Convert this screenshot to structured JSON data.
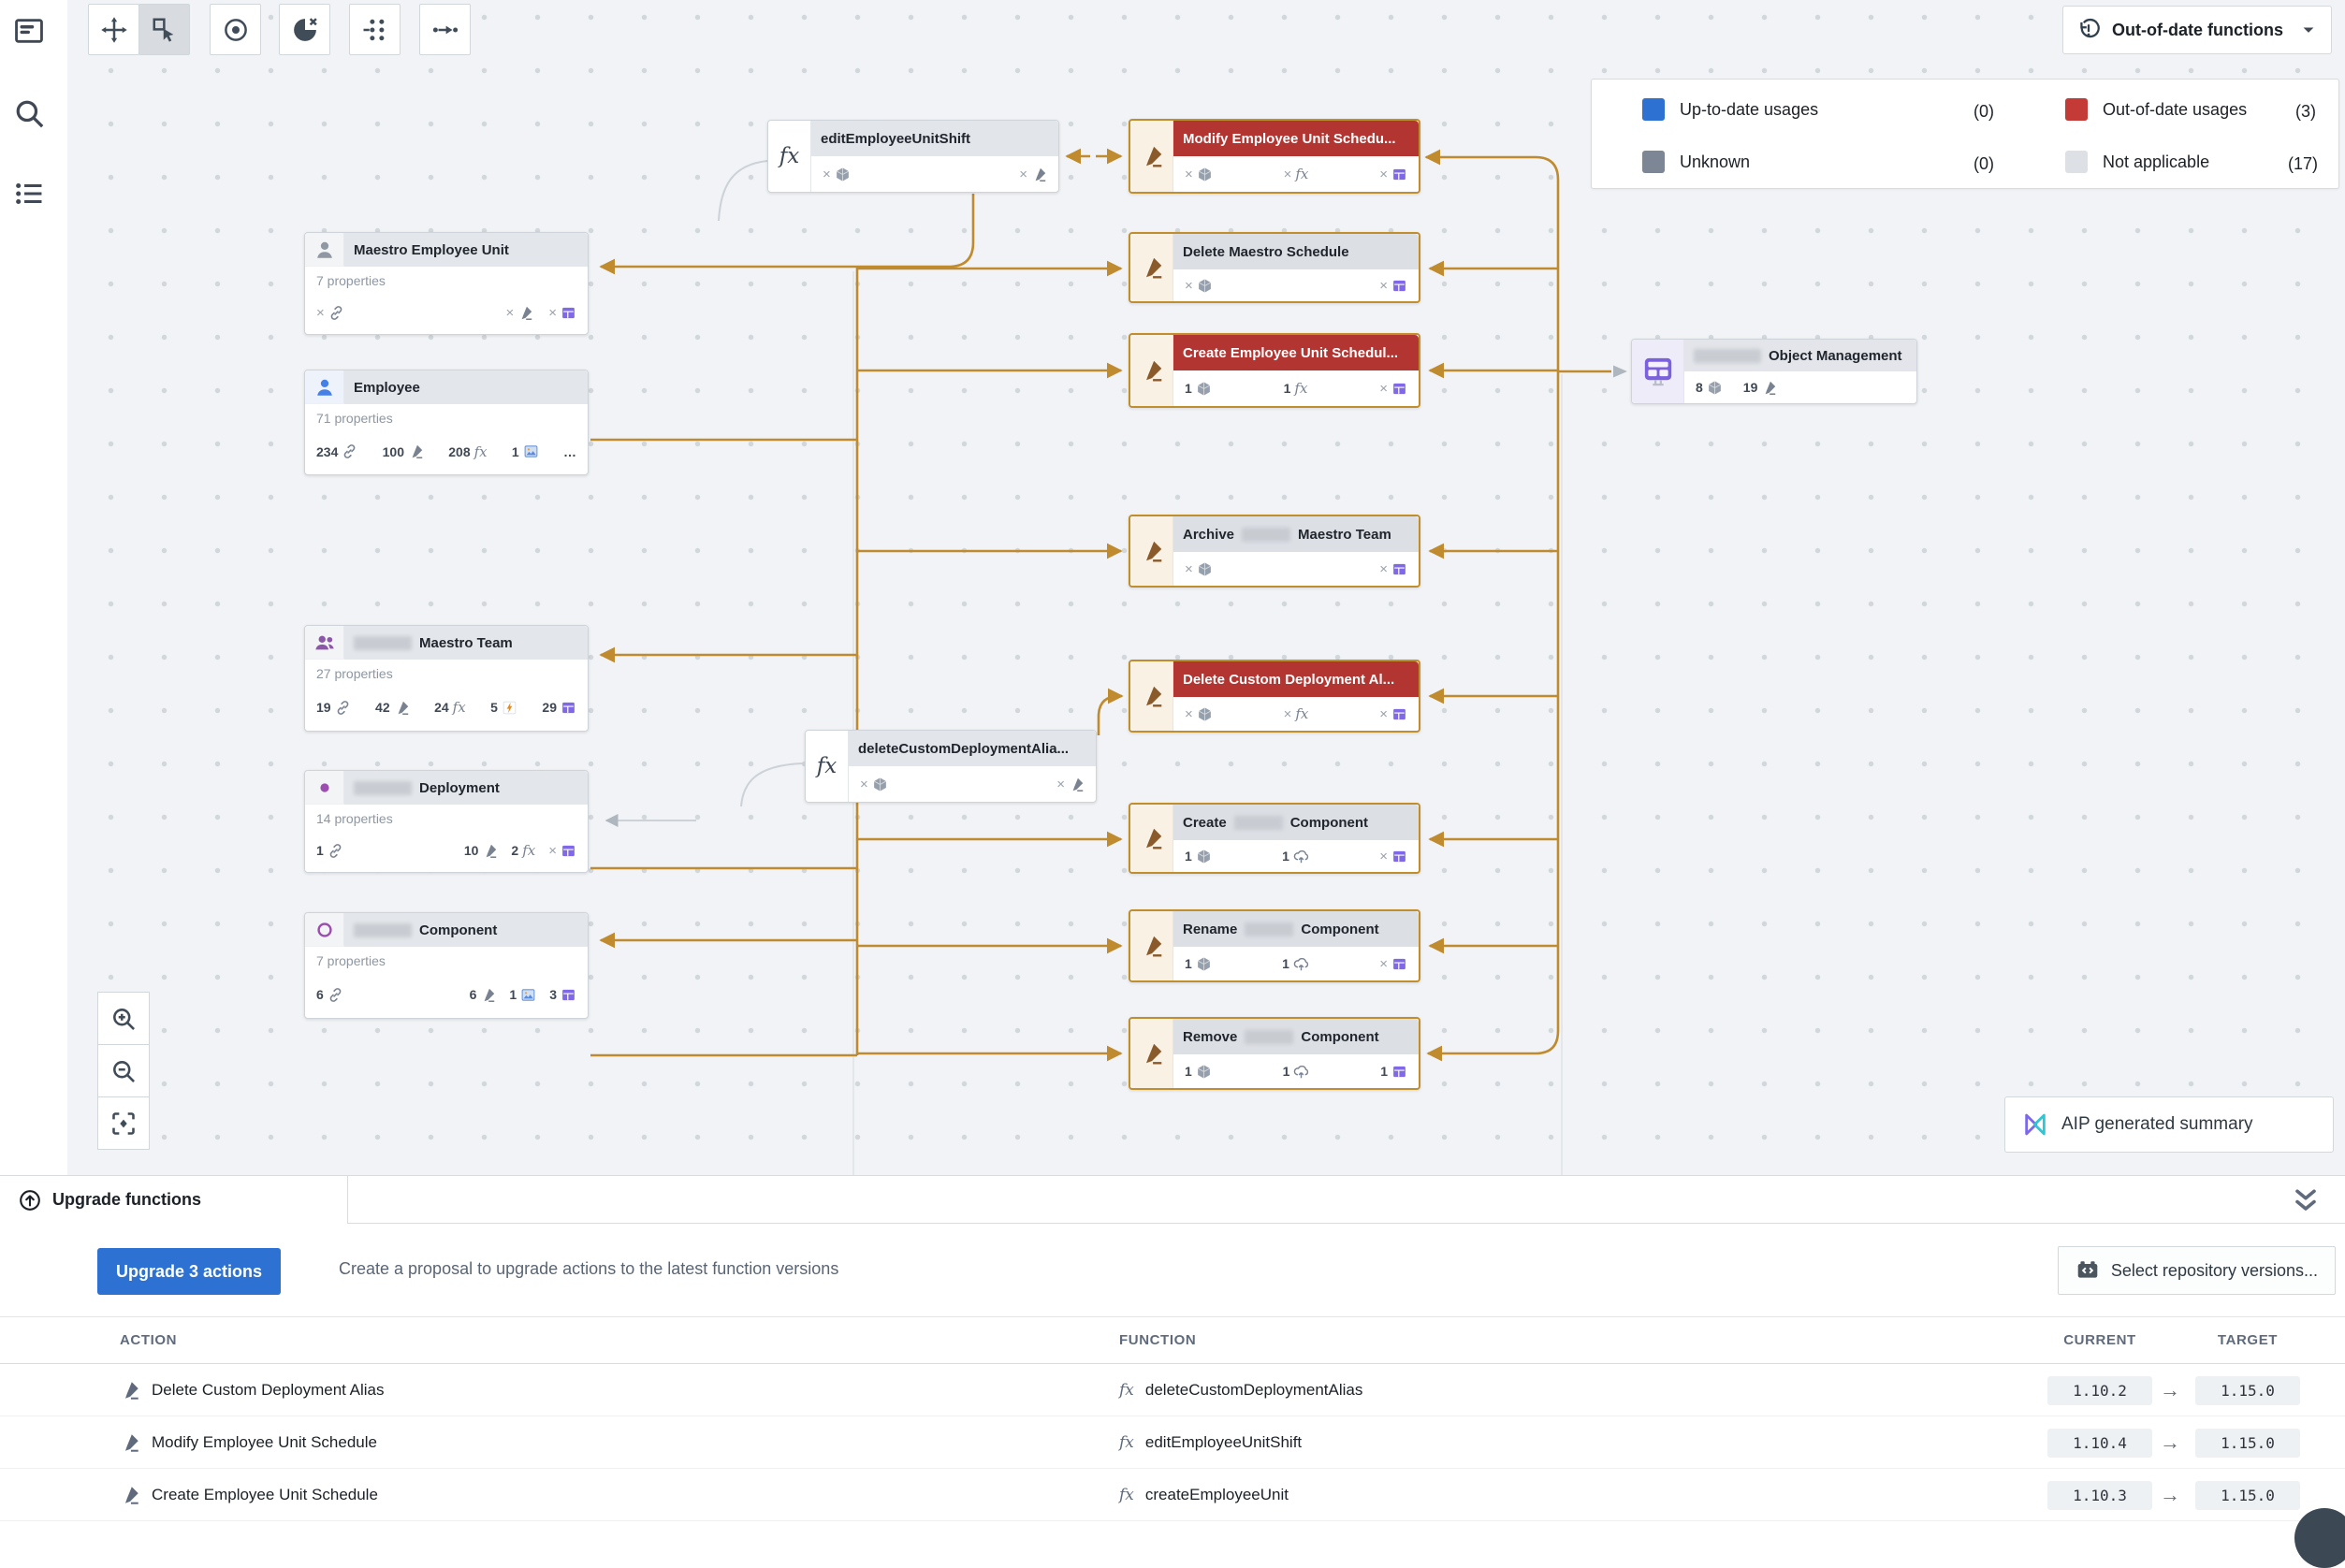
{
  "colors": {
    "accent_blue": "#2d72d2",
    "out_of_date_red": "#b23531",
    "edge_amber": "#bf8b2e",
    "legend_red": "#c33a36",
    "legend_gray": "#7d8694",
    "legend_light": "#dde1e6"
  },
  "filter_dropdown": {
    "label": "Out-of-date functions"
  },
  "legend": {
    "items": [
      {
        "label": "Up-to-date usages",
        "count": "(0)"
      },
      {
        "label": "Out-of-date usages",
        "count": "(3)"
      },
      {
        "label": "Unknown",
        "count": "(0)"
      },
      {
        "label": "Not applicable",
        "count": "(17)"
      }
    ]
  },
  "nodes": {
    "edit_shift": {
      "title": "editEmployeeUnitShift",
      "badges": [
        {
          "v": "×"
        },
        {
          "v": "×"
        }
      ]
    },
    "delete_custom_fn": {
      "title": "deleteCustomDeploymentAlia...",
      "badges": [
        {
          "v": "×"
        },
        {
          "v": "×"
        }
      ]
    },
    "modify_schedule": {
      "title": "Modify Employee Unit Schedu...",
      "badges": [
        {
          "v": "×"
        },
        {
          "v": "×"
        },
        {
          "v": "×"
        }
      ]
    },
    "delete_maestro": {
      "title": "Delete Maestro Schedule",
      "badges": [
        {
          "v": "×"
        },
        {
          "v": "×"
        }
      ]
    },
    "create_schedule": {
      "title": "Create Employee Unit Schedul...",
      "badges": [
        {
          "v": "1"
        },
        {
          "v": "1"
        },
        {
          "v": "×"
        }
      ]
    },
    "archive_team": {
      "t1": "Archive",
      "t2": "Maestro Team",
      "badges": [
        {
          "v": "×"
        },
        {
          "v": "×"
        }
      ]
    },
    "delete_custom_action": {
      "title": "Delete Custom Deployment Al...",
      "badges": [
        {
          "v": "×"
        },
        {
          "v": "×"
        },
        {
          "v": "×"
        }
      ]
    },
    "create_component": {
      "t1": "Create",
      "t2": "Component",
      "badges": [
        {
          "v": "1"
        },
        {
          "v": "1"
        },
        {
          "v": "×"
        }
      ]
    },
    "rename_component": {
      "t1": "Rename",
      "t2": "Component",
      "badges": [
        {
          "v": "1"
        },
        {
          "v": "1"
        },
        {
          "v": "×"
        }
      ]
    },
    "remove_component": {
      "t1": "Remove",
      "t2": "Component",
      "badges": [
        {
          "v": "1"
        },
        {
          "v": "1"
        },
        {
          "v": "1"
        }
      ]
    },
    "meu": {
      "title": "Maestro Employee Unit",
      "props": "7 properties",
      "badges": [
        {
          "v": "×"
        },
        {
          "v": "×"
        },
        {
          "v": "×"
        }
      ]
    },
    "employee": {
      "title": "Employee",
      "props": "71 properties",
      "badges": [
        {
          "v": "234"
        },
        {
          "v": "100"
        },
        {
          "v": "208"
        },
        {
          "v": "1"
        },
        {
          "v": "…"
        }
      ]
    },
    "maestro_team": {
      "title": "Maestro Team",
      "props": "27 properties",
      "badges": [
        {
          "v": "19"
        },
        {
          "v": "42"
        },
        {
          "v": "24"
        },
        {
          "v": "5"
        },
        {
          "v": "29"
        }
      ]
    },
    "deployment": {
      "title": "Deployment",
      "props": "14 properties",
      "badges": [
        {
          "v": "1"
        },
        {
          "v": "10"
        },
        {
          "v": "2"
        },
        {
          "v": "×"
        }
      ]
    },
    "component": {
      "title": "Component",
      "props": "7 properties",
      "badges": [
        {
          "v": "6"
        },
        {
          "v": "6"
        },
        {
          "v": "1"
        },
        {
          "v": "3"
        }
      ]
    },
    "object_management": {
      "title": "Object Management",
      "badges": [
        {
          "v": "8"
        },
        {
          "v": "19"
        }
      ]
    }
  },
  "aip_button": {
    "label": "AIP generated summary"
  },
  "panel": {
    "tab_label": "Upgrade functions",
    "upgrade_button": "Upgrade 3 actions",
    "description": "Create a proposal to upgrade actions to the latest function versions",
    "select_versions_button": "Select repository versions...",
    "table": {
      "columns": [
        "ACTION",
        "FUNCTION",
        "CURRENT",
        "TARGET"
      ],
      "arrow": "→",
      "rows": [
        {
          "action": "Delete Custom Deployment Alias",
          "function": "deleteCustomDeploymentAlias",
          "current": "1.10.2",
          "target": "1.15.0"
        },
        {
          "action": "Modify Employee Unit Schedule",
          "function": "editEmployeeUnitShift",
          "current": "1.10.4",
          "target": "1.15.0"
        },
        {
          "action": "Create Employee Unit Schedule",
          "function": "createEmployeeUnit",
          "current": "1.10.3",
          "target": "1.15.0"
        }
      ]
    }
  }
}
